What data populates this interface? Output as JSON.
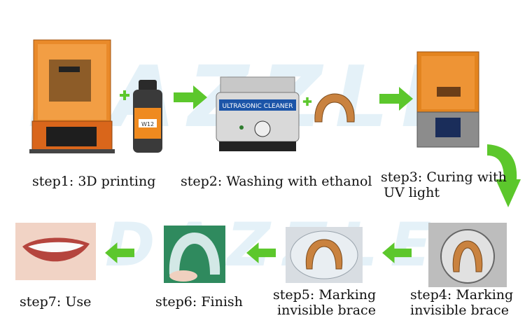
{
  "watermark": {
    "top": "DAZZLE",
    "bottom": "DAZZLE"
  },
  "bottle_label": "W12",
  "cleaner_label": "ULTRASONIC CLEANER",
  "steps": [
    {
      "line1": "step1: 3D printing"
    },
    {
      "line1": "step2: Washing with ethanol"
    },
    {
      "line1": "step3: Curing with",
      "line2": "UV light"
    },
    {
      "line1": "step4: Marking",
      "line2": "invisible brace"
    },
    {
      "line1": "step5: Marking",
      "line2": "invisible brace"
    },
    {
      "line1": "step6: Finish"
    },
    {
      "line1": "step7: Use"
    }
  ],
  "colors": {
    "arrow": "#5cc72c",
    "printer_orange": "#e07a1c",
    "resin": "#c9823f"
  }
}
